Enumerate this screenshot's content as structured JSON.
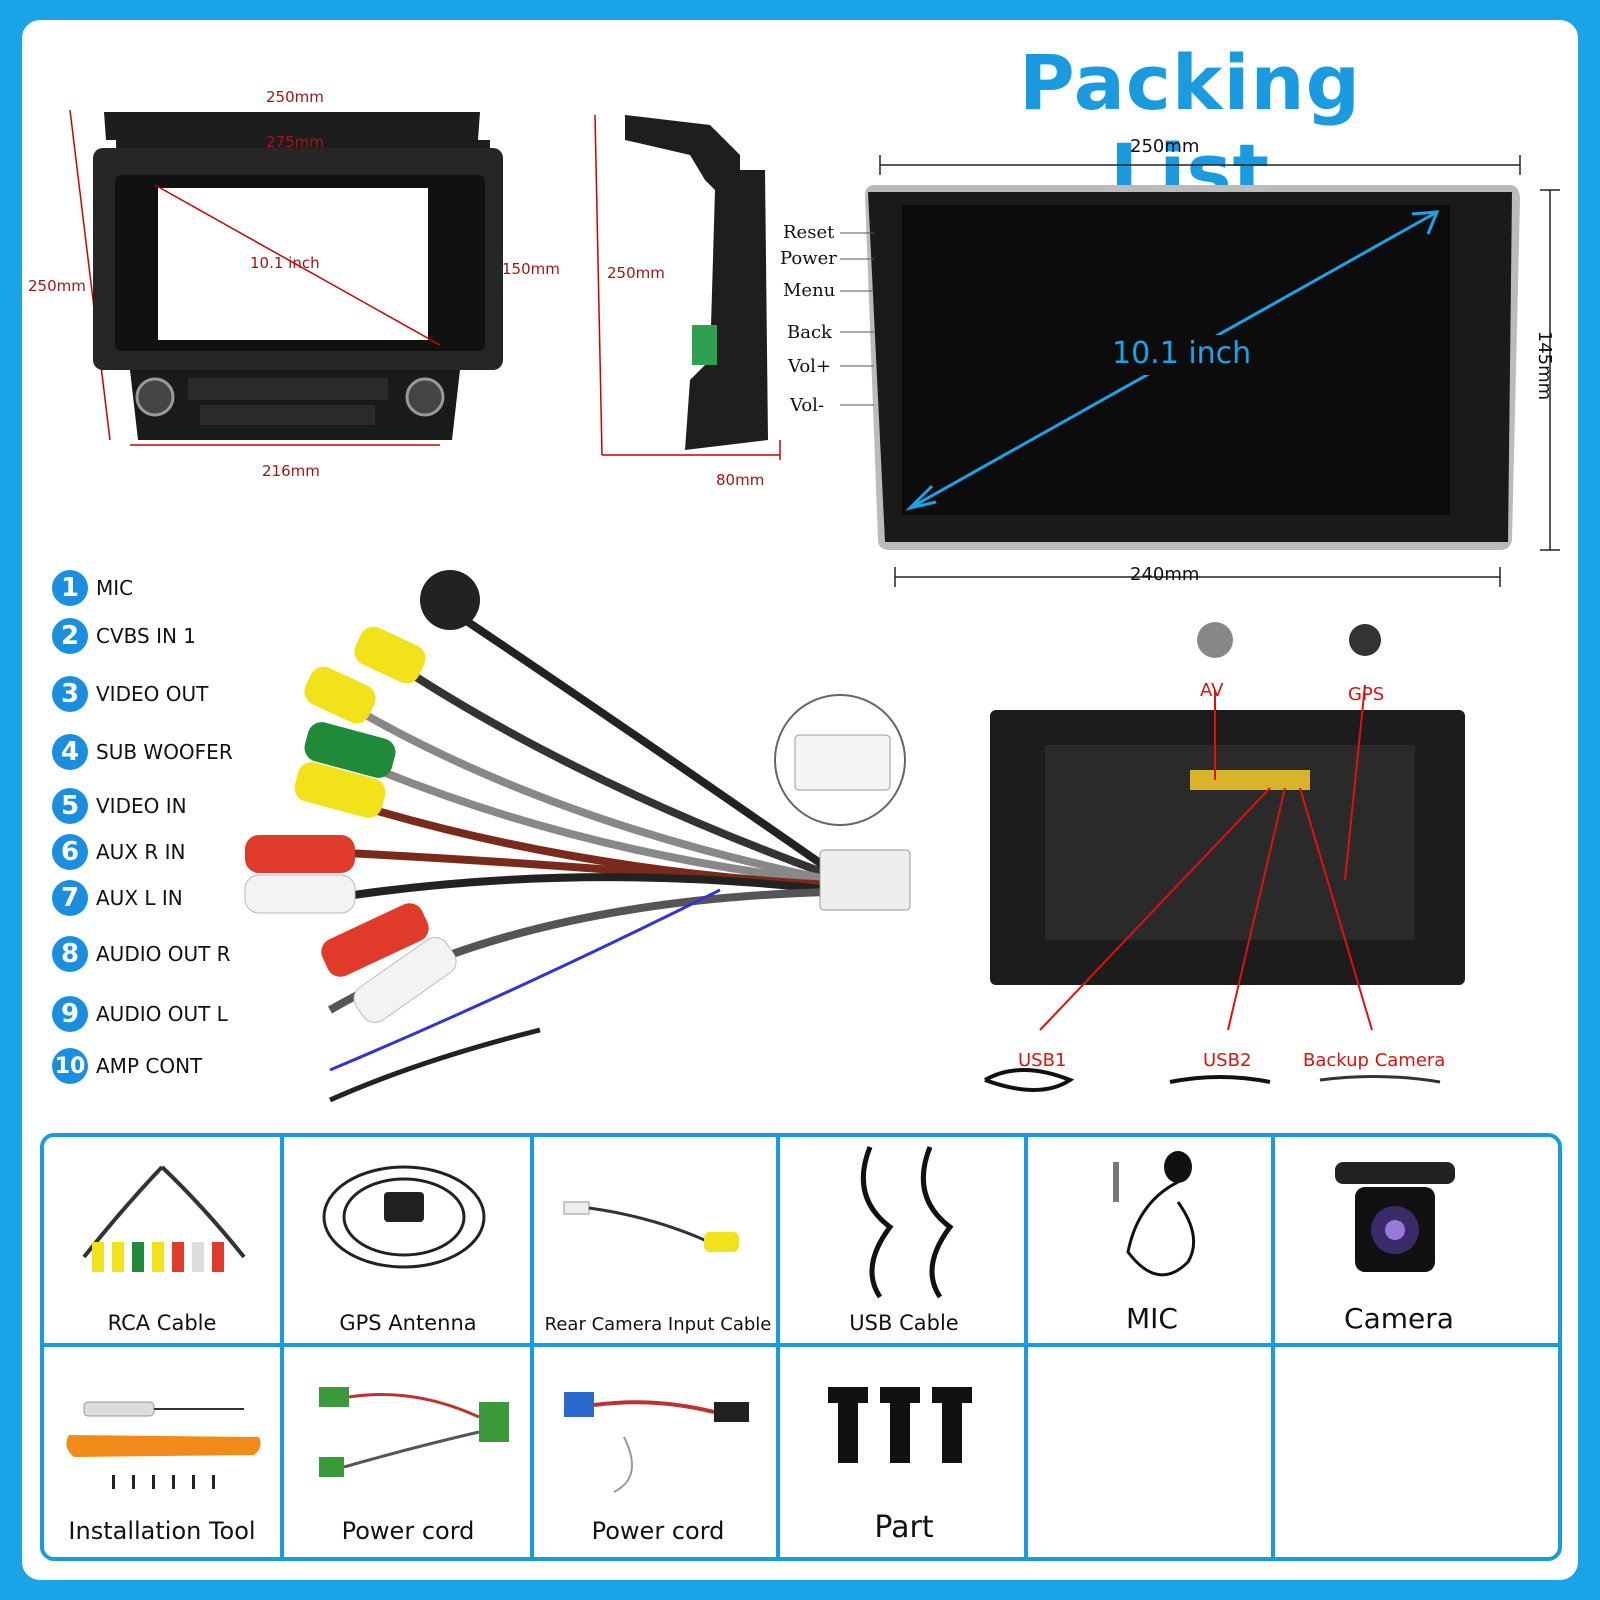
{
  "title": "Packing List",
  "frame_dims": {
    "top": "250mm",
    "inner": "275mm",
    "left": "250mm",
    "diag": "10.1 inch",
    "right": "150mm",
    "bottom": "216mm"
  },
  "side_dims": {
    "height": "250mm",
    "depth": "80mm"
  },
  "screen_dims": {
    "top": "250mm",
    "bottom": "240mm",
    "right": "145mm",
    "diag": "10.1 inch"
  },
  "controls": [
    "Reset",
    "Power",
    "Menu",
    "Back",
    "Vol+",
    "Vol-"
  ],
  "legend": [
    {
      "num": "1",
      "label": "MIC"
    },
    {
      "num": "2",
      "label": "CVBS IN 1"
    },
    {
      "num": "3",
      "label": "VIDEO OUT"
    },
    {
      "num": "4",
      "label": "SUB WOOFER"
    },
    {
      "num": "5",
      "label": "VIDEO IN"
    },
    {
      "num": "6",
      "label": "AUX R IN"
    },
    {
      "num": "7",
      "label": "AUX L IN"
    },
    {
      "num": "8",
      "label": "AUDIO OUT R"
    },
    {
      "num": "9",
      "label": "AUDIO OUT L"
    },
    {
      "num": "10",
      "label": "AMP CONT"
    }
  ],
  "ports": {
    "av": "AV",
    "gps": "GPS",
    "usb1": "USB1",
    "usb2": "USB2",
    "backup": "Backup Camera"
  },
  "items": [
    "RCA Cable",
    "GPS Antenna",
    "Rear Camera Input Cable",
    "USB Cable",
    "MIC",
    "Camera",
    "Installation Tool",
    "Power cord",
    "Power cord",
    "Part"
  ],
  "colors": {
    "accent": "#1a9be0",
    "dimension_red": "#a31515",
    "port_red": "#e01010"
  }
}
